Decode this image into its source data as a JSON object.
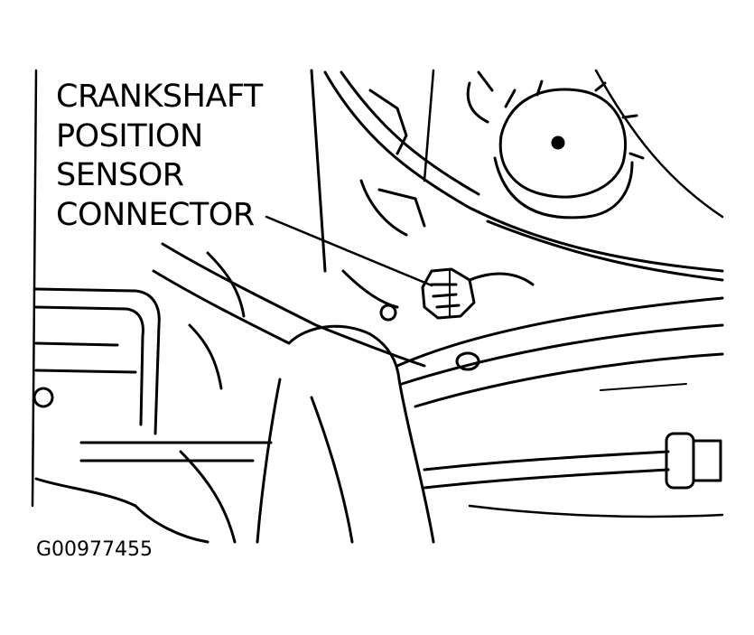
{
  "callout": {
    "lines": [
      "CRANKSHAFT",
      "POSITION",
      "SENSOR",
      "CONNECTOR"
    ]
  },
  "figure_id": "G00977455",
  "colors": {
    "ink": "#000000",
    "paper": "#ffffff"
  }
}
